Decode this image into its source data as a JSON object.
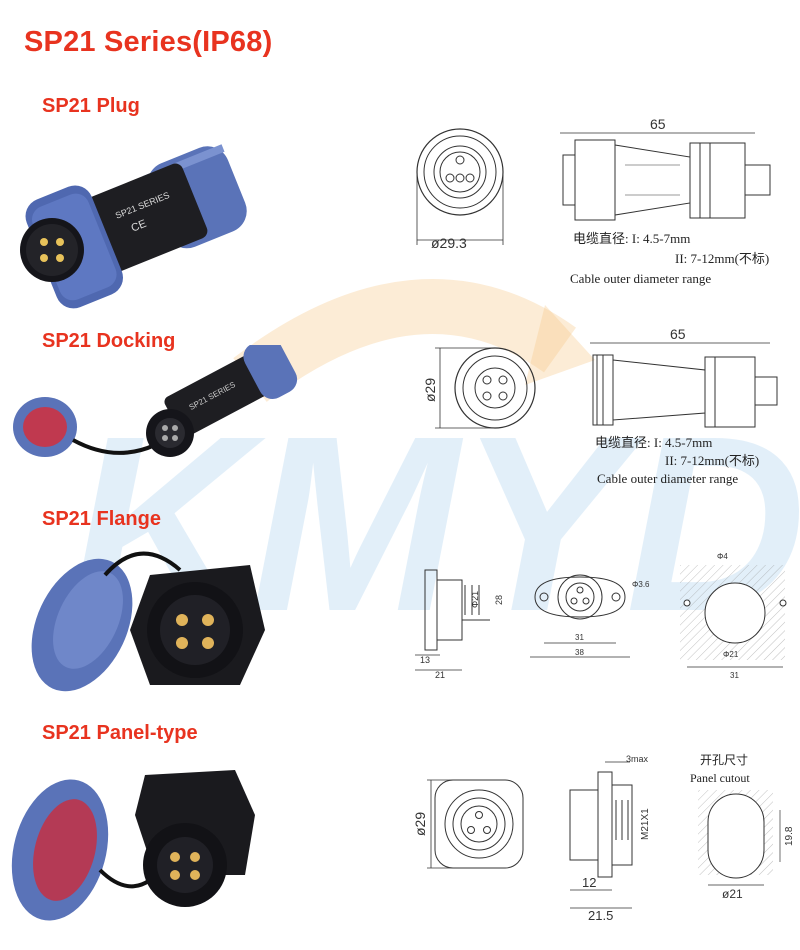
{
  "title": "SP21 Series(IP68)",
  "watermark": "KMYD",
  "colors": {
    "accent": "#e8331f",
    "connector_blue": "#5a73b8",
    "connector_dark": "#1e1e22"
  },
  "sections": [
    {
      "label": "SP21 Plug",
      "front_dim": "ø29.3",
      "length_dim": "65",
      "cable_line1": "电缆直径: I: 4.5-7mm",
      "cable_line2": "II: 7-12mm(不标)",
      "cable_line3": "Cable outer diameter range"
    },
    {
      "label": "SP21 Docking",
      "front_dim": "ø29",
      "length_dim": "65",
      "cable_line1": "电缆直径: I: 4.5-7mm",
      "cable_line2": "II: 7-12mm(不标)",
      "cable_line3": "Cable outer diameter range"
    },
    {
      "label": "SP21 Flange",
      "dims": {
        "thread": "Φ21",
        "height": "28",
        "thickness": "13",
        "depth": "21",
        "hole": "Φ3.6",
        "mount_spacing": "31",
        "width": "38",
        "cutout_hole": "Φ4",
        "cutout_dia": "Φ21",
        "cutout_spacing": "31"
      }
    },
    {
      "label": "SP21 Panel-type",
      "dims": {
        "front": "ø29",
        "max_panel": "3max",
        "thread": "M21X1",
        "depth_a": "12",
        "depth_b": "21.5",
        "cutout_title": "开孔尺寸",
        "cutout_sub": "Panel cutout",
        "cutout_flat": "19.8",
        "cutout_dia": "ø21"
      }
    }
  ]
}
